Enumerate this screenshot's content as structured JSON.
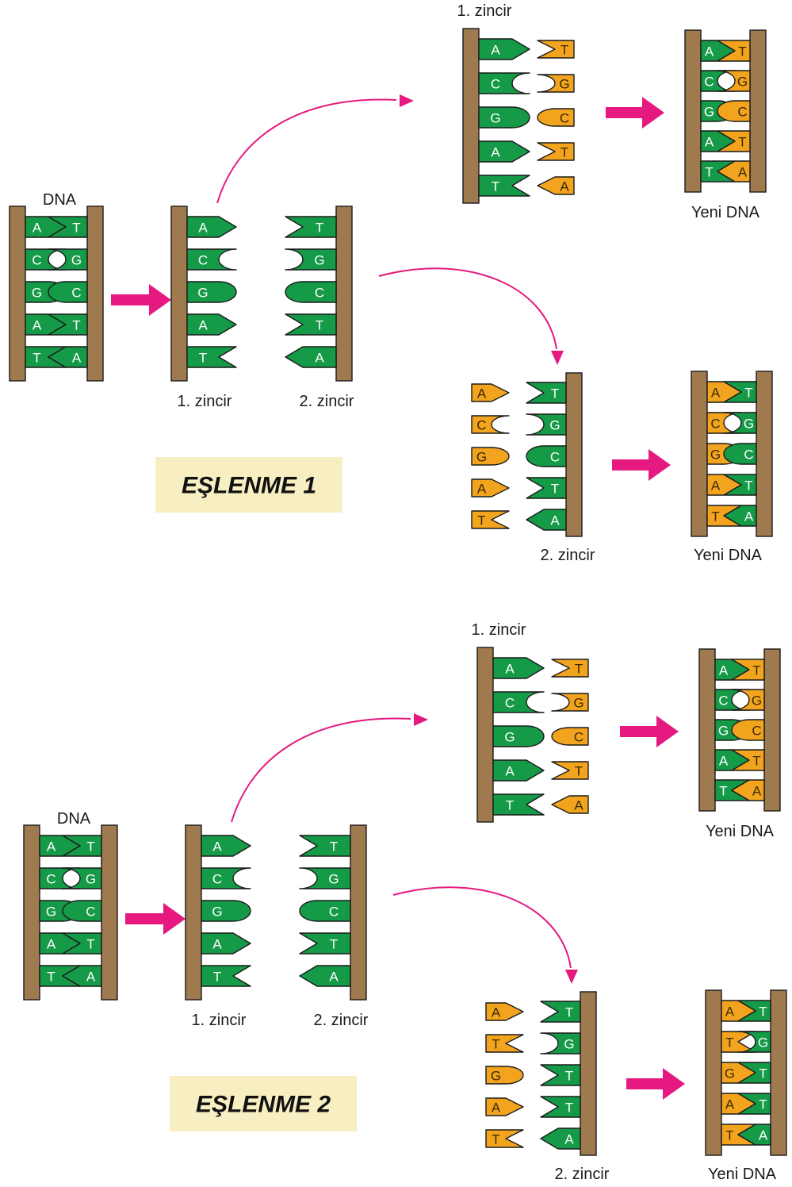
{
  "colors": {
    "backbone": "#a07a4f",
    "old_strand": "#159a48",
    "new_strand": "#f3a41e",
    "arrow": "#e5197f",
    "title_box": "#f7eec2"
  },
  "scenarios": [
    {
      "title": "EŞLENME 1",
      "dna_label": "DNA",
      "dna_pairs": [
        {
          "left": "A",
          "right": "T"
        },
        {
          "left": "C",
          "right": "G"
        },
        {
          "left": "G",
          "right": "C"
        },
        {
          "left": "A",
          "right": "T"
        },
        {
          "left": "T",
          "right": "A"
        }
      ],
      "strand1_label": "1. zincir",
      "strand1": [
        "A",
        "C",
        "G",
        "A",
        "T"
      ],
      "strand2_label": "2. zincir",
      "strand2": [
        "T",
        "G",
        "C",
        "T",
        "A"
      ],
      "top": {
        "label": "1. zincir",
        "template": [
          "A",
          "C",
          "G",
          "A",
          "T"
        ],
        "incoming": [
          "T",
          "G",
          "C",
          "T",
          "A"
        ],
        "result_label": "Yeni DNA",
        "result": [
          {
            "left": "A",
            "right": "T"
          },
          {
            "left": "C",
            "right": "G"
          },
          {
            "left": "G",
            "right": "C"
          },
          {
            "left": "A",
            "right": "T"
          },
          {
            "left": "T",
            "right": "A"
          }
        ]
      },
      "bottom": {
        "label": "2. zincir",
        "incoming": [
          "A",
          "C",
          "G",
          "A",
          "T"
        ],
        "template": [
          "T",
          "G",
          "C",
          "T",
          "A"
        ],
        "result_label": "Yeni DNA",
        "result": [
          {
            "left": "A",
            "right": "T"
          },
          {
            "left": "C",
            "right": "G"
          },
          {
            "left": "G",
            "right": "C"
          },
          {
            "left": "A",
            "right": "T"
          },
          {
            "left": "T",
            "right": "A"
          }
        ]
      }
    },
    {
      "title": "EŞLENME 2",
      "dna_label": "DNA",
      "dna_pairs": [
        {
          "left": "A",
          "right": "T"
        },
        {
          "left": "C",
          "right": "G"
        },
        {
          "left": "G",
          "right": "C"
        },
        {
          "left": "A",
          "right": "T"
        },
        {
          "left": "T",
          "right": "A"
        }
      ],
      "strand1_label": "1. zincir",
      "strand1": [
        "A",
        "C",
        "G",
        "A",
        "T"
      ],
      "strand2_label": "2. zincir",
      "strand2": [
        "T",
        "G",
        "C",
        "T",
        "A"
      ],
      "top": {
        "label": "1. zincir",
        "template": [
          "A",
          "C",
          "G",
          "A",
          "T"
        ],
        "incoming": [
          "T",
          "G",
          "C",
          "T",
          "A"
        ],
        "result_label": "Yeni DNA",
        "result": [
          {
            "left": "A",
            "right": "T"
          },
          {
            "left": "C",
            "right": "G"
          },
          {
            "left": "G",
            "right": "C"
          },
          {
            "left": "A",
            "right": "T"
          },
          {
            "left": "T",
            "right": "A"
          }
        ]
      },
      "bottom": {
        "label": "2. zincir",
        "incoming": [
          "A",
          "T",
          "G",
          "A",
          "T"
        ],
        "template": [
          "T",
          "G",
          "T",
          "T",
          "A"
        ],
        "result_label": "Yeni DNA",
        "result": [
          {
            "left": "A",
            "right": "T"
          },
          {
            "left": "T",
            "right": "G"
          },
          {
            "left": "G",
            "right": "T"
          },
          {
            "left": "A",
            "right": "T"
          },
          {
            "left": "T",
            "right": "A"
          }
        ]
      }
    }
  ]
}
